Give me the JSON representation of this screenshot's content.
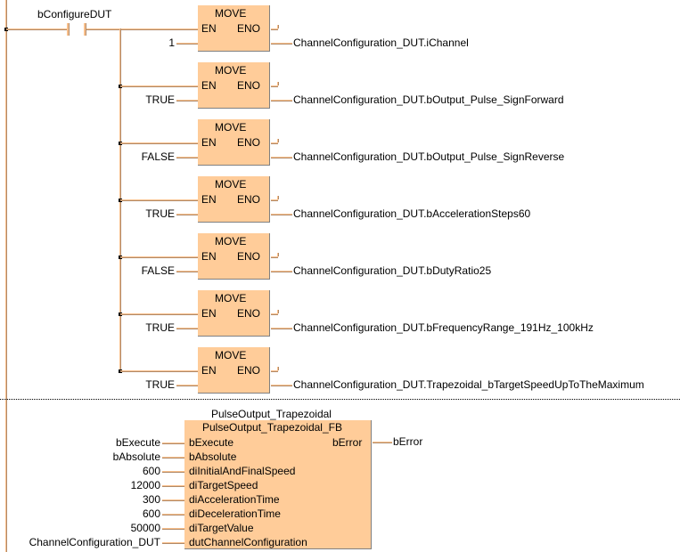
{
  "network1": {
    "contact_label": "bConfigureDUT",
    "blocks": [
      {
        "name": "MOVE",
        "en": "EN",
        "eno": "ENO",
        "input": "1",
        "output": "ChannelConfiguration_DUT.iChannel"
      },
      {
        "name": "MOVE",
        "en": "EN",
        "eno": "ENO",
        "input": "TRUE",
        "output": "ChannelConfiguration_DUT.bOutput_Pulse_SignForward"
      },
      {
        "name": "MOVE",
        "en": "EN",
        "eno": "ENO",
        "input": "FALSE",
        "output": "ChannelConfiguration_DUT.bOutput_Pulse_SignReverse"
      },
      {
        "name": "MOVE",
        "en": "EN",
        "eno": "ENO",
        "input": "TRUE",
        "output": "ChannelConfiguration_DUT.bAccelerationSteps60"
      },
      {
        "name": "MOVE",
        "en": "EN",
        "eno": "ENO",
        "input": "FALSE",
        "output": "ChannelConfiguration_DUT.bDutyRatio25"
      },
      {
        "name": "MOVE",
        "en": "EN",
        "eno": "ENO",
        "input": "TRUE",
        "output": "ChannelConfiguration_DUT.bFrequencyRange_191Hz_100kHz"
      },
      {
        "name": "MOVE",
        "en": "EN",
        "eno": "ENO",
        "input": "TRUE",
        "output": "ChannelConfiguration_DUT.Trapezoidal_bTargetSpeedUpToTheMaximum"
      }
    ]
  },
  "network2": {
    "instance_name": "PulseOutput_Trapezoidal",
    "fb_type": "PulseOutput_Trapezoidal_FB",
    "inputs": [
      {
        "pin": "bExecute",
        "value": "bExecute"
      },
      {
        "pin": "bAbsolute",
        "value": "bAbsolute"
      },
      {
        "pin": "diInitialAndFinalSpeed",
        "value": "600"
      },
      {
        "pin": "diTargetSpeed",
        "value": "12000"
      },
      {
        "pin": "diAccelerationTime",
        "value": "300"
      },
      {
        "pin": "diDecelerationTime",
        "value": "600"
      },
      {
        "pin": "diTargetValue",
        "value": "50000"
      },
      {
        "pin": "dutChannelConfiguration",
        "value": "ChannelConfiguration_DUT"
      }
    ],
    "outputs": [
      {
        "pin": "bError",
        "value": "bError"
      }
    ]
  }
}
